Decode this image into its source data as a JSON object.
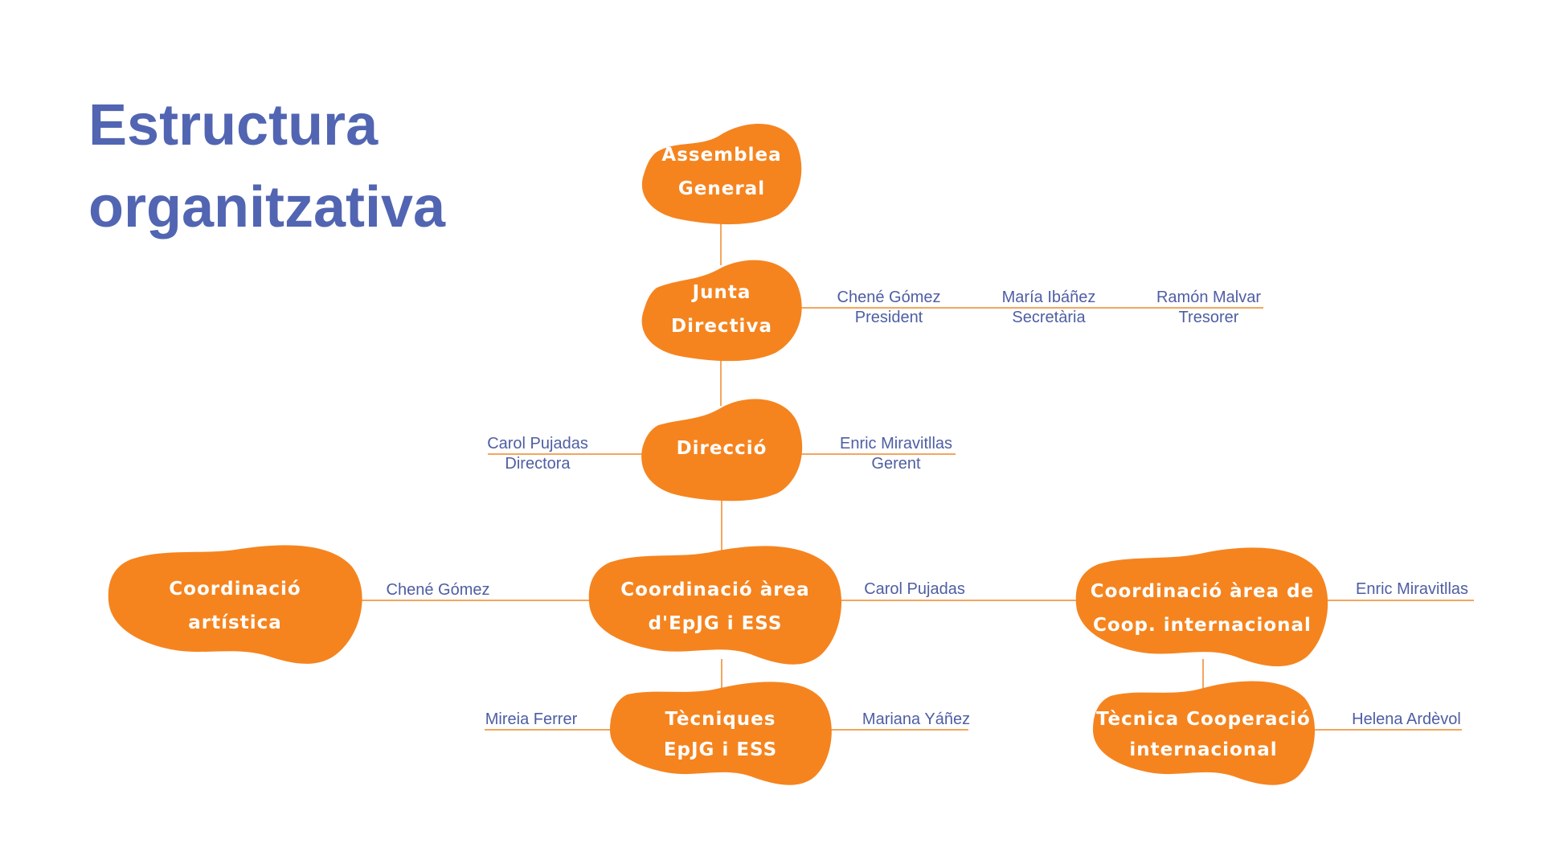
{
  "title": {
    "line1": "Estructura",
    "line2": "organitzativa"
  },
  "colors": {
    "title": "#5165B2",
    "blob": "#F5841F",
    "connector": "#F2A65E",
    "person_text": "#4E5EA3"
  },
  "nodes": {
    "assemblea": {
      "line1": "Assemblea",
      "line2": "General"
    },
    "junta": {
      "line1": "Junta",
      "line2": "Directiva"
    },
    "direccio": {
      "line1": "Direcció"
    },
    "coord_artistica": {
      "line1": "Coordinació",
      "line2": "artística"
    },
    "coord_epjg": {
      "line1": "Coordinació àrea",
      "line2": "d'EpJG i ESS"
    },
    "coord_coop": {
      "line1": "Coordinació àrea de",
      "line2": "Coop. internacional"
    },
    "tecniques_epjg": {
      "line1": "Tècniques",
      "line2": "EpJG i ESS"
    },
    "tecnica_coop": {
      "line1": "Tècnica Cooperació",
      "line2": "internacional"
    }
  },
  "people": {
    "junta_president": {
      "name": "Chené Gómez",
      "role": "President"
    },
    "junta_secretaria": {
      "name": "María Ibáñez",
      "role": "Secretària"
    },
    "junta_tresorer": {
      "name": "Ramón Malvar",
      "role": "Tresorer"
    },
    "direccio_directora": {
      "name": "Carol Pujadas",
      "role": "Directora"
    },
    "direccio_gerent": {
      "name": "Enric Miravitllas",
      "role": "Gerent"
    },
    "coord_artistica_person": {
      "name": "Chené Gómez"
    },
    "coord_epjg_person": {
      "name": "Carol Pujadas"
    },
    "coord_coop_person": {
      "name": "Enric Miravitllas"
    },
    "tecniques_left": {
      "name": "Mireia Ferrer"
    },
    "tecniques_right": {
      "name": "Mariana Yáñez"
    },
    "tecnica_coop_person": {
      "name": "Helena Ardèvol"
    }
  }
}
